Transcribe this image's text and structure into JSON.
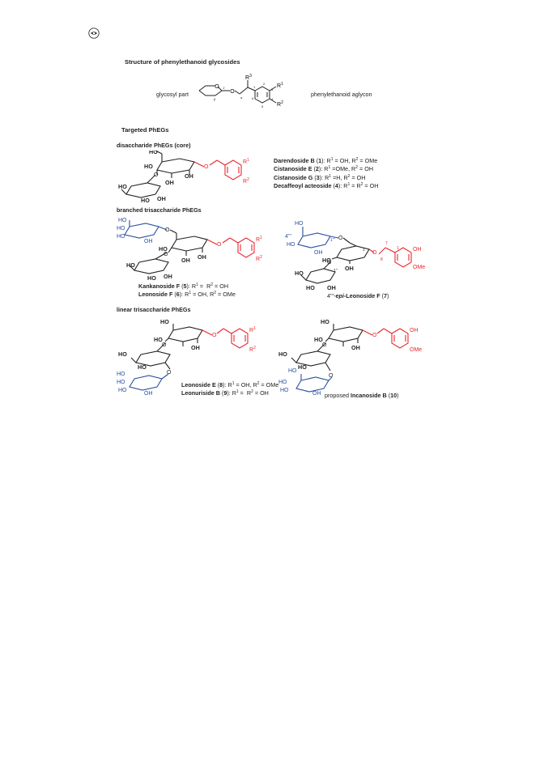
{
  "header": {
    "title": "Structure of phenylethanoid glycosides"
  },
  "aglycon_scheme": {
    "left_label": "glycosyl part",
    "right_label": "phenylethanoid aglycon",
    "atoms": {
      "o_ring": "O",
      "o_link": "O",
      "r3": "R",
      "r3_sup": "3",
      "r1": "R",
      "r1_sup": "1",
      "r2": "R",
      "r2_sup": "2"
    },
    "numbers": [
      "1'",
      "β",
      "α",
      "1",
      "2",
      "3",
      "4",
      "5",
      "6"
    ]
  },
  "sections": {
    "targeted": "Targeted PhEGs",
    "disaccharide": "disaccharide PhEGs (core)",
    "branched": "branched trisaccharide PhEGs",
    "linear": "linear trisaccharide PhEGs"
  },
  "disaccharide_list": [
    {
      "name": "Darendoside B",
      "num": "1",
      "r1": "OH",
      "r2": "OMe"
    },
    {
      "name": "Cistanoside E",
      "num": "2",
      "r1": "OMe",
      "r2": "OH"
    },
    {
      "name": "Cistanoside G",
      "num": "3",
      "r1": "H",
      "r2": "OH"
    },
    {
      "name": "Decaffeoyl acteoside",
      "num": "4",
      "r1": "OH",
      "r2": "OH"
    }
  ],
  "branched_list": [
    {
      "name": "Kankanoside F",
      "num": "5",
      "r1": "OH",
      "r2": "OH"
    },
    {
      "name": "Leonoside F",
      "num": "6",
      "r1": "OH",
      "r2": "OMe"
    }
  ],
  "epi_label": {
    "prefix": "4'''-",
    "epi": "epi",
    "name": "-Leonoside F",
    "num": "7"
  },
  "linear_list": [
    {
      "name": "Leonoside E",
      "num": "8",
      "r1": "OH",
      "r2": "OMe"
    },
    {
      "name": "Leonuriside B",
      "num": "9",
      "r1": "OH",
      "r2": "OH"
    }
  ],
  "incanoside_label": {
    "prefix": "proposed ",
    "name": "Incanoside B",
    "num": "10"
  },
  "structure_atoms": {
    "ho": "HO",
    "oh": "OH",
    "o": "O",
    "ome": "OMe",
    "r": "R",
    "sup1": "1",
    "sup2": "2",
    "num_4ppp": "4'''",
    "num_1ppp": "1'''",
    "num_1pp": "1''",
    "num_1p": "1'",
    "num_7": "7",
    "num_8": "8",
    "num_1": "1"
  },
  "colors": {
    "text": "#222222",
    "red": "#e8262d",
    "blue": "#2b4fa0"
  }
}
